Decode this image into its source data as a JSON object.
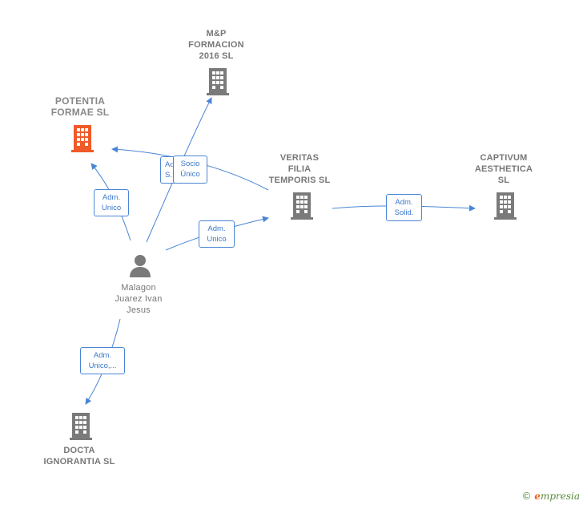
{
  "nodes": {
    "mp_formacion": {
      "label": "M&P\nFORMACION\n2016  SL",
      "icon": "building-icon",
      "color": "#7a7a7a"
    },
    "potentia": {
      "label": "POTENTIA\nFORMAE  SL",
      "icon": "building-icon",
      "color": "#f05a28"
    },
    "veritas": {
      "label": "VERITAS\nFILIA\nTEMPORIS  SL",
      "icon": "building-icon",
      "color": "#7a7a7a"
    },
    "captivum": {
      "label": "CAPTIVUM\nAESTHETICA\nSL",
      "icon": "building-icon",
      "color": "#7a7a7a"
    },
    "malagon": {
      "label": "Malagon\nJuarez Ivan\nJesus",
      "icon": "person-icon",
      "color": "#7a7a7a"
    },
    "docta": {
      "label": "DOCTA\nIGNORANTIA SL",
      "icon": "building-icon",
      "color": "#7a7a7a"
    }
  },
  "edges": {
    "adm_unico_potentia": "Adm.\nUnico",
    "adm_hidden_mp": "Adm.\nS...",
    "socio_unico_mp": "Socio\nÚnico",
    "adm_unico_veritas": "Adm.\nUnico",
    "adm_solid_captivum": "Adm.\nSolid.",
    "adm_unico_docta": "Adm.\nUnico,..."
  },
  "watermark": {
    "copyright": "©",
    "brand_initial": "e",
    "brand_rest": "mpresia"
  },
  "colors": {
    "edge": "#4a86d6",
    "highlight": "#f05a28",
    "node": "#7a7a7a"
  }
}
